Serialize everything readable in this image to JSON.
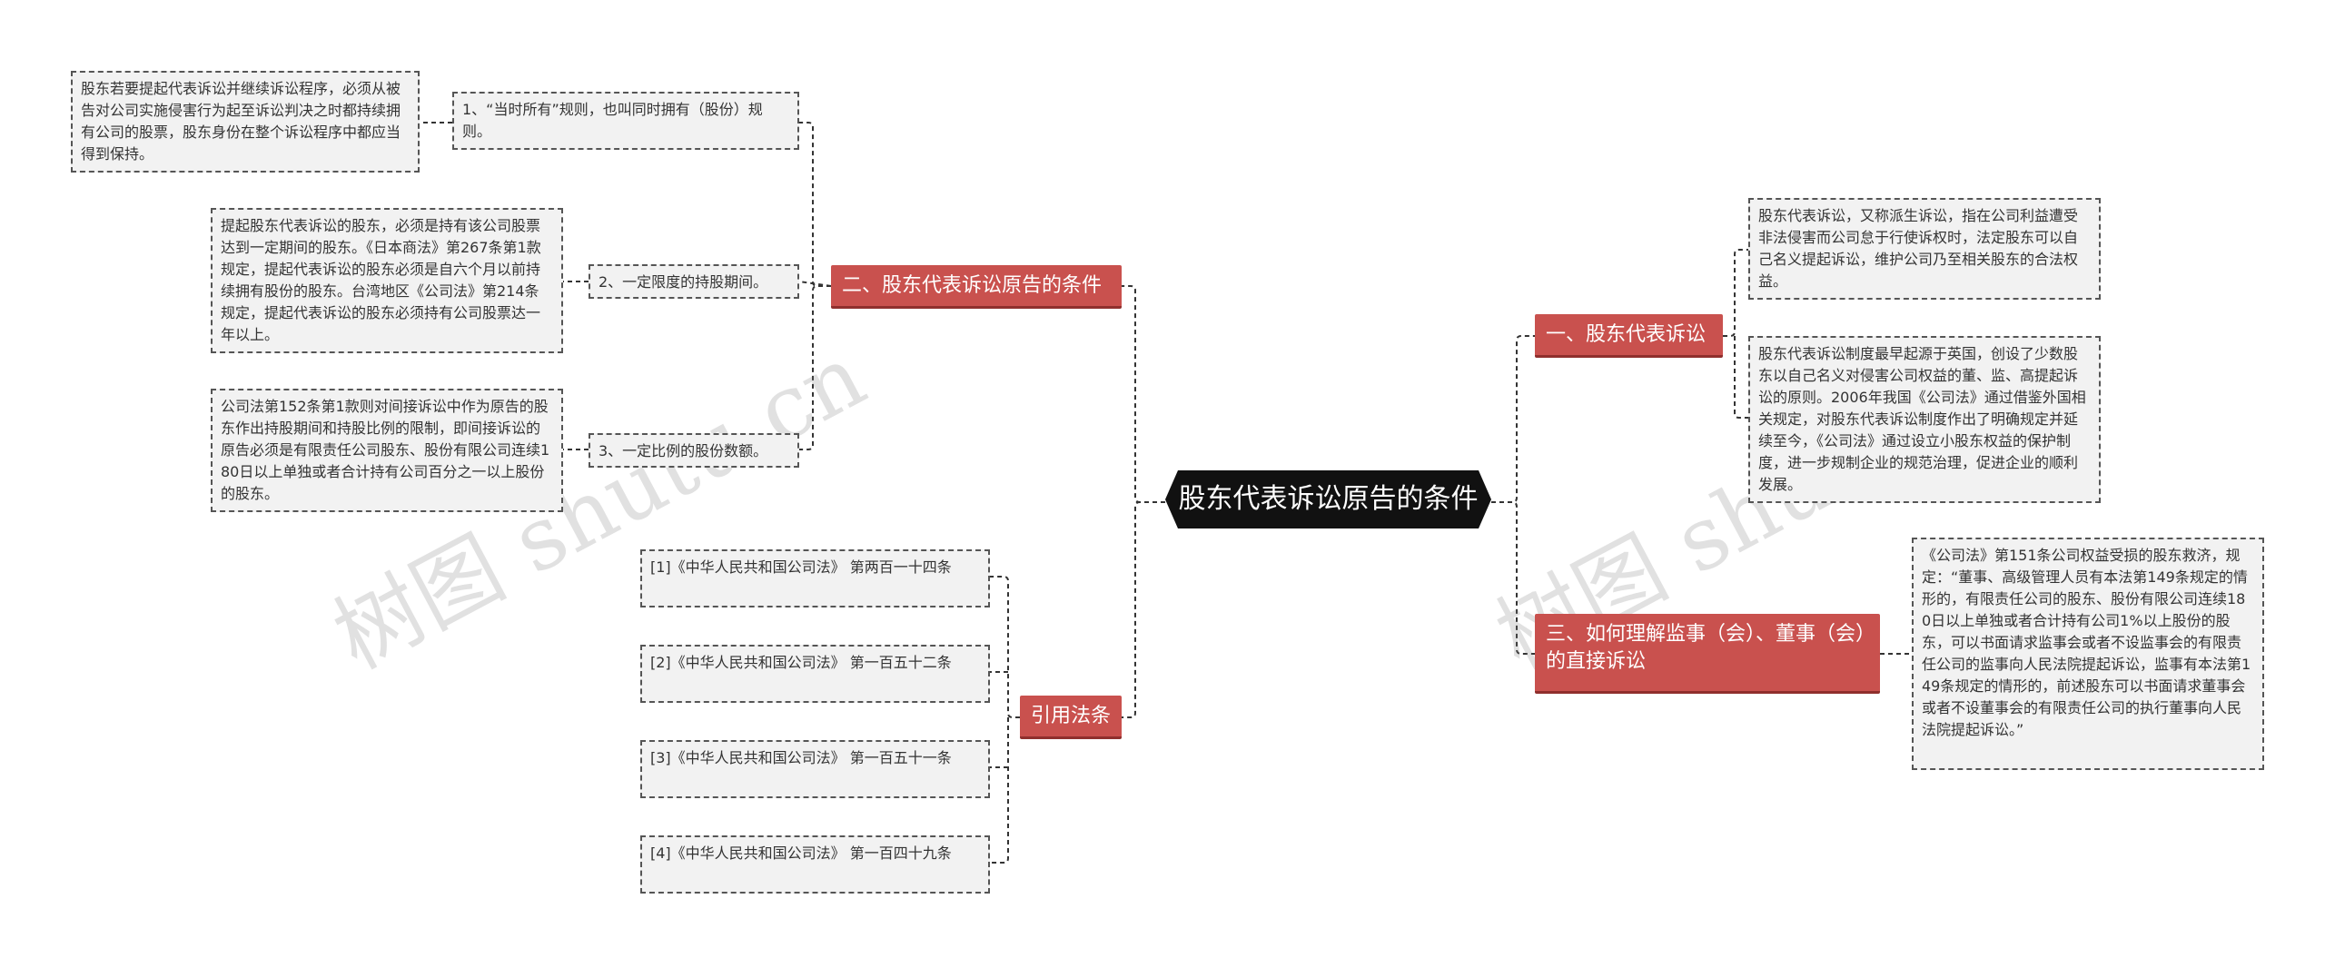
{
  "root": {
    "label": "股东代表诉讼原告的条件"
  },
  "branches": {
    "conditions": {
      "label": "二、股东代表诉讼原告的条件",
      "items": [
        {
          "label": "1、“当时所有”规则，也叫同时拥有（股份）规则。",
          "detail": "股东若要提起代表诉讼并继续诉讼程序，必须从被告对公司实施侵害行为起至诉讼判决之时都持续拥有公司的股票，股东身份在整个诉讼程序中都应当得到保持。"
        },
        {
          "label": "2、一定限度的持股期间。",
          "detail": "提起股东代表诉讼的股东，必须是持有该公司股票达到一定期间的股东。《日本商法》第267条第1款规定，提起代表诉讼的股东必须是自六个月以前持续拥有股份的股东。台湾地区《公司法》第214条规定，提起代表诉讼的股东必须持有公司股票达一年以上。"
        },
        {
          "label": "3、一定比例的股份数额。",
          "detail": "公司法第152条第1款则对间接诉讼中作为原告的股东作出持股期间和持股比例的限制，即间接诉讼的原告必须是有限责任公司股东、股份有限公司连续180日以上单独或者合计持有公司百分之一以上股份的股东。"
        }
      ]
    },
    "citations": {
      "label": "引用法条",
      "items": [
        "[1]《中华人民共和国公司法》 第两百一十四条",
        "[2]《中华人民共和国公司法》 第一百五十二条",
        "[3]《中华人民共和国公司法》 第一百五十一条",
        "[4]《中华人民共和国公司法》 第一百四十九条"
      ]
    },
    "definition": {
      "label": "一、股东代表诉讼",
      "items": [
        "股东代表诉讼，又称派生诉讼，指在公司利益遭受非法侵害而公司怠于行使诉权时，法定股东可以自己名义提起诉讼，维护公司乃至相关股东的合法权益。",
        "股东代表诉讼制度最早起源于英国，创设了少数股东以自己名义对侵害公司权益的董、监、高提起诉讼的原则。2006年我国《公司法》通过借鉴外国相关规定，对股东代表诉讼制度作出了明确规定并延续至今，《公司法》通过设立小股东权益的保护制度，进一步规制企业的规范治理，促进企业的顺利发展。"
      ]
    },
    "supervisors": {
      "label": "三、如何理解监事（会）、董事（会）的直接诉讼",
      "items": [
        "《公司法》第151条公司权益受损的股东救济，规定：“董事、高级管理人员有本法第149条规定的情形的，有限责任公司的股东、股份有限公司连续180日以上单独或者合计持有公司1%以上股份的股东，可以书面请求监事会或者不设监事会的有限责任公司的监事向人民法院提起诉讼，监事有本法第149条规定的情形的，前述股东可以书面请求董事会或者不设董事会的有限责任公司的执行董事向人民法院提起诉讼。”"
      ]
    }
  },
  "watermarks": [
    "树图 shutu.cn",
    "树图 shutu.cn"
  ],
  "colors": {
    "branch": "#c9514e",
    "root": "#111111",
    "leaf_bg": "#f2f2f2",
    "link": "#333333"
  }
}
